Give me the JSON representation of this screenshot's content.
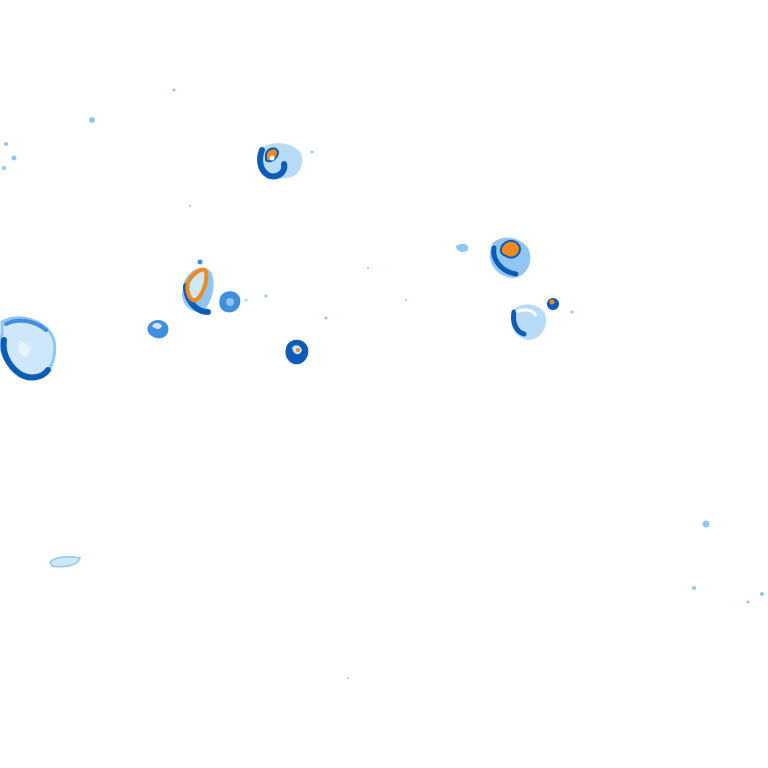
{
  "map": {
    "type": "precipitation-radar-tile",
    "background": "#ffffff",
    "legend_visible": false,
    "labels_visible": false,
    "intensity_colors": {
      "very_light": "#cfe7fb",
      "light": "#8fc6f3",
      "moderate": "#3f8fdc",
      "heavy": "#0f5cb8",
      "intense": "#f08a1c"
    },
    "echo_cells": [
      {
        "id": "cell-west-large",
        "peak_intensity": "heavy"
      },
      {
        "id": "cell-north",
        "peak_intensity": "intense"
      },
      {
        "id": "cell-center-left",
        "peak_intensity": "intense"
      },
      {
        "id": "cell-small-left",
        "peak_intensity": "heavy"
      },
      {
        "id": "cell-small-right-of-center",
        "peak_intensity": "heavy"
      },
      {
        "id": "cell-south-center",
        "peak_intensity": "heavy"
      },
      {
        "id": "cell-east-upper",
        "peak_intensity": "intense"
      },
      {
        "id": "cell-east-lower",
        "peak_intensity": "heavy"
      },
      {
        "id": "cell-east-tiny",
        "peak_intensity": "intense"
      },
      {
        "id": "speckle-scatter",
        "peak_intensity": "very_light"
      }
    ]
  }
}
